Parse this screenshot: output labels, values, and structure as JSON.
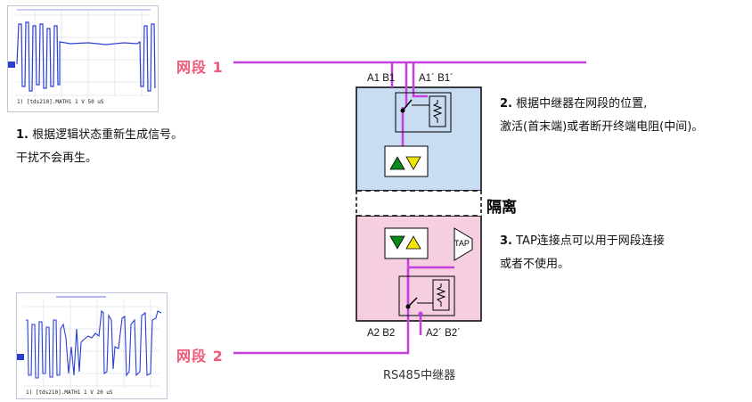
{
  "segments": {
    "seg1": "网段 1",
    "seg2": "网段 2"
  },
  "notes": {
    "n1": {
      "num": "1.",
      "line1": " 根据逻辑状态重新生成信号。",
      "line2": "干扰不会再生。"
    },
    "n2": {
      "num": "2.",
      "line1": " 根据中继器在网段的位置,",
      "line2": "激活(首末端)或者断开终端电阻(中间)。"
    },
    "n3": {
      "num": "3.",
      "line1": " TAP连接点可以用于网段连接",
      "line2": "或者不使用。"
    }
  },
  "ports": {
    "top_left": "A1 B1",
    "top_right": "A1´ B1´",
    "bottom_left": "A2 B2",
    "bottom_right": "A2´ B2´"
  },
  "isolation": "隔离",
  "tap": "TAP",
  "caption": "RS485中继器",
  "scope1": {
    "caption": "1) [tds210].MATH1  1 V   50 uS"
  },
  "scope2": {
    "caption": "1) [tds210].MATH1  1 V   20 uS"
  },
  "colors": {
    "bus": "#c640e0",
    "upper_block": "#c8ddf2",
    "lower_block": "#f5cfe0",
    "label": "#f05a78",
    "trace": "#2a3fd0"
  }
}
